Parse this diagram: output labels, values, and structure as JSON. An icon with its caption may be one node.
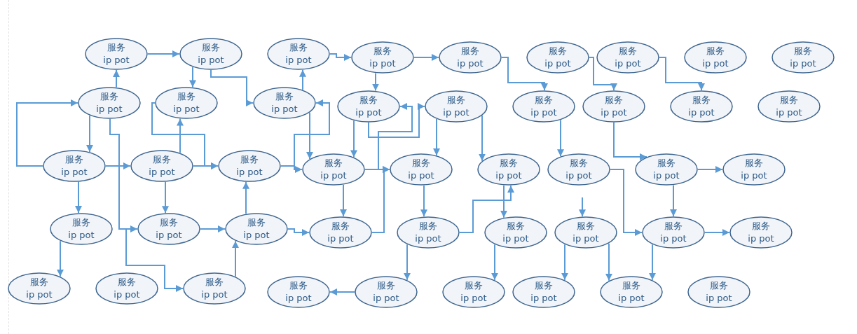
{
  "diagram": {
    "nodes": [
      {
        "text": [
          "服务",
          "ip pot"
        ]
      },
      {
        "text": [
          "服务",
          "ip pot"
        ]
      },
      {
        "text": [
          "服务",
          "ip pot"
        ]
      },
      {
        "text": [
          "服务",
          "ip pot"
        ]
      },
      {
        "text": [
          "服务",
          "ip pot"
        ]
      },
      {
        "text": [
          "服务",
          "ip pot"
        ]
      },
      {
        "text": [
          "服务",
          "ip pot"
        ]
      },
      {
        "text": [
          "服务",
          "ip pot"
        ]
      },
      {
        "text": [
          "服务",
          "ip pot"
        ]
      },
      {
        "text": [
          "服务",
          "ip pot"
        ]
      },
      {
        "text": [
          "服务",
          "ip pot"
        ]
      },
      {
        "text": [
          "服务",
          "ip pot"
        ]
      },
      {
        "text": [
          "服务",
          "ip pot"
        ]
      },
      {
        "text": [
          "服务",
          "ip pot"
        ]
      },
      {
        "text": [
          "服务",
          "ip pot"
        ]
      },
      {
        "text": [
          "服务",
          "ip pot"
        ]
      },
      {
        "text": [
          "服务",
          "ip pot"
        ]
      },
      {
        "text": [
          "服务",
          "ip pot"
        ]
      },
      {
        "text": [
          "服务",
          "ip pot"
        ]
      },
      {
        "text": [
          "服务",
          "ip pot"
        ]
      },
      {
        "text": [
          "服务",
          "ip pot"
        ]
      },
      {
        "text": [
          "服务",
          "ip pot"
        ]
      },
      {
        "text": [
          "服务",
          "ip pot"
        ]
      },
      {
        "text": [
          "服务",
          "ip pot"
        ]
      },
      {
        "text": [
          "服务",
          "ip pot"
        ]
      },
      {
        "text": [
          "服务",
          "ip pot"
        ]
      },
      {
        "text": [
          "服务",
          "ip pot"
        ]
      },
      {
        "text": [
          "服务",
          "ip pot"
        ]
      },
      {
        "text": [
          "服务",
          "ip pot"
        ]
      },
      {
        "text": [
          "服务",
          "ip pot"
        ]
      },
      {
        "text": [
          "服务",
          "ip pot"
        ]
      },
      {
        "text": [
          "服务",
          "ip pot"
        ]
      },
      {
        "text": [
          "服务",
          "ip pot"
        ]
      },
      {
        "text": [
          "服务",
          "ip pot"
        ]
      },
      {
        "text": [
          "服务",
          "ip pot"
        ]
      },
      {
        "text": [
          "服务",
          "ip pot"
        ]
      },
      {
        "text": [
          "服务",
          "ip pot"
        ]
      },
      {
        "text": [
          "服务",
          "ip pot"
        ]
      },
      {
        "text": [
          "服务",
          "ip pot"
        ]
      },
      {
        "text": [
          "服务",
          "ip pot"
        ]
      },
      {
        "text": [
          "服务",
          "ip pot"
        ]
      },
      {
        "text": [
          "服务",
          "ip pot"
        ]
      },
      {
        "text": [
          "服务",
          "ip pot"
        ]
      },
      {
        "text": [
          "服务",
          "ip pot"
        ]
      },
      {
        "text": [
          "服务",
          "ip pot"
        ]
      }
    ],
    "edges": [
      {
        "from": 9,
        "to": 0,
        "arrow": "to"
      },
      {
        "from": 0,
        "to": 1,
        "arrow": "to"
      },
      {
        "from": 1,
        "to": 10,
        "arrow": "to"
      },
      {
        "from": 1,
        "to": 11,
        "arrow": "to"
      },
      {
        "from": 18,
        "to": 9,
        "arrow": "to"
      },
      {
        "from": 9,
        "to": 18,
        "arrow": "to"
      },
      {
        "from": 9,
        "to": 28,
        "arrow": "to"
      },
      {
        "from": 9,
        "to": 38,
        "arrow": "to"
      },
      {
        "from": 18,
        "to": 19,
        "arrow": "to"
      },
      {
        "from": 18,
        "to": 27,
        "arrow": "to"
      },
      {
        "from": 27,
        "to": 36,
        "arrow": "to"
      },
      {
        "from": 19,
        "to": 28,
        "arrow": "to"
      },
      {
        "from": 28,
        "to": 29,
        "arrow": "to"
      },
      {
        "from": 38,
        "to": 29,
        "arrow": "to"
      },
      {
        "from": 29,
        "to": 20,
        "arrow": "to"
      },
      {
        "from": 19,
        "to": 10,
        "arrow": "to"
      },
      {
        "from": 10,
        "to": 20,
        "arrow": "to"
      },
      {
        "from": 19,
        "to": 20,
        "arrow": "to"
      },
      {
        "from": 20,
        "to": 11,
        "arrow": "to"
      },
      {
        "from": 20,
        "to": 21,
        "arrow": "to"
      },
      {
        "from": 11,
        "to": 21,
        "arrow": "to"
      },
      {
        "from": 11,
        "to": 2,
        "arrow": "to"
      },
      {
        "from": 2,
        "to": 3,
        "arrow": "to"
      },
      {
        "from": 3,
        "to": 4,
        "arrow": "to"
      },
      {
        "from": 3,
        "to": 12,
        "arrow": "to"
      },
      {
        "from": 4,
        "to": 14,
        "arrow": "to"
      },
      {
        "from": 5,
        "to": 15,
        "arrow": "to"
      },
      {
        "from": 6,
        "to": 16,
        "arrow": "to"
      },
      {
        "from": 12,
        "to": 21,
        "arrow": "to"
      },
      {
        "from": 12,
        "to": 13,
        "arrow": "to"
      },
      {
        "from": 21,
        "to": 12,
        "arrow": "to"
      },
      {
        "from": 21,
        "to": 22,
        "arrow": "to"
      },
      {
        "from": 30,
        "to": 22,
        "arrow": "to"
      },
      {
        "from": 21,
        "to": 30,
        "arrow": "to"
      },
      {
        "from": 13,
        "to": 22,
        "arrow": "to"
      },
      {
        "from": 13,
        "to": 23,
        "arrow": "to"
      },
      {
        "from": 22,
        "to": 31,
        "arrow": "to"
      },
      {
        "from": 31,
        "to": 40,
        "arrow": "to"
      },
      {
        "from": 40,
        "to": 39,
        "arrow": "to"
      },
      {
        "from": 31,
        "to": 23,
        "arrow": "to"
      },
      {
        "from": 23,
        "to": 32,
        "arrow": "to"
      },
      {
        "from": 32,
        "to": 41,
        "arrow": "to"
      },
      {
        "from": 14,
        "to": 24,
        "arrow": "to"
      },
      {
        "from": 15,
        "to": 25,
        "arrow": "to"
      },
      {
        "from": 25,
        "to": 26,
        "arrow": "to"
      },
      {
        "from": 25,
        "to": 34,
        "arrow": "to"
      },
      {
        "from": 24,
        "to": 34,
        "arrow": "to"
      },
      {
        "from": 34,
        "to": 35,
        "arrow": "to"
      },
      {
        "from": 34,
        "to": 43,
        "arrow": "to"
      },
      {
        "from": null,
        "to": 33,
        "arrow": "to"
      },
      {
        "from": 33,
        "to": 42,
        "arrow": "to"
      },
      {
        "from": 33,
        "to": 43,
        "arrow": "to"
      },
      {
        "from": 29,
        "to": 30,
        "arrow": "to"
      }
    ]
  }
}
